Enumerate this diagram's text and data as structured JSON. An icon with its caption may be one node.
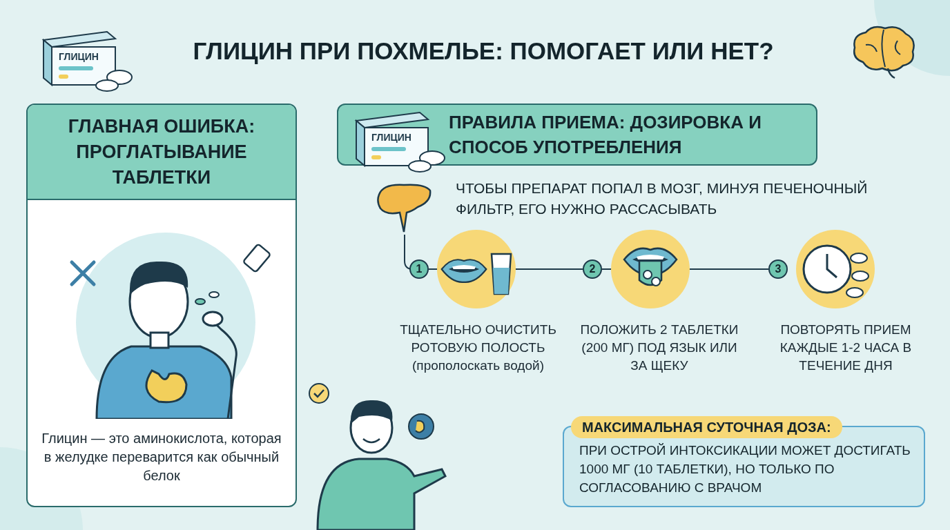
{
  "diagram": {
    "title": "ГЛИЦИН ПРИ ПОХМЕЛЬЕ: ПОМОГАЕТ ИЛИ НЕТ?",
    "nodes": [
      {
        "text": [
          "ГЛАВНАЯ ОШИБКА: ПРОГЛАТЫВАНИЕ ТАБЛЕТКИ",
          "Глицин — это аминокислота, которая в желудке переварится как обычный белок"
        ]
      },
      {
        "text": [
          "ПРАВИЛА ПРИЕМА: ДОЗИРОВКА И СПОСОБ УПОТРЕБЛЕНИЯ"
        ]
      },
      {
        "text": [],
        "shape": "picture"
      },
      {
        "text": [
          "1"
        ],
        "beside": [
          "ТЩАТЕЛЬНО ОЧИСТИТЬ РОТОВУЮ ПОЛОСТЬ (прополоскать водой)"
        ]
      },
      {
        "text": [
          "2"
        ],
        "beside": [
          "ПОЛОЖИТЬ 2 ТАБЛЕТКИ (200 МГ) ПОД ЯЗЫК ИЛИ ЗА ЩЕКУ"
        ]
      },
      {
        "text": [
          "3"
        ],
        "beside": [
          "ПОВТОРЯТЬ ПРИЕМ КАЖДЫЕ 1-2 ЧАСА В ТЕЧЕНИЕ ДНЯ"
        ]
      },
      {
        "text": [
          "МАКСИМАЛЬНАЯ СУТОЧНАЯ ДОЗА:",
          "ПРИ ОСТРОЙ ИНТОКСИКАЦИИ МОЖЕТ ДОСТИГАТЬ 1000 МГ (10 ТАБЛЕТКИ), НО ТОЛЬКО ПО СОГЛАСОВАНИЮ С ВРАЧОМ"
        ]
      }
    ],
    "edges": [
      {
        "from": 2,
        "to": 3,
        "arrow": "none"
      },
      {
        "from": 3,
        "to": 4,
        "arrow": "none"
      },
      {
        "from": 4,
        "to": 5,
        "arrow": "none"
      }
    ],
    "labels": [
      "ГЛИЦИН",
      "ГЛИЦИН",
      "ЧТОБЫ ПРЕПАРАТ ПОПАЛ В МОЗГ, МИНУЯ ПЕЧЕНОЧНЫЙ ФИЛЬТР, ЕГО НУЖНО РАССАСЫВАТЬ"
    ]
  }
}
